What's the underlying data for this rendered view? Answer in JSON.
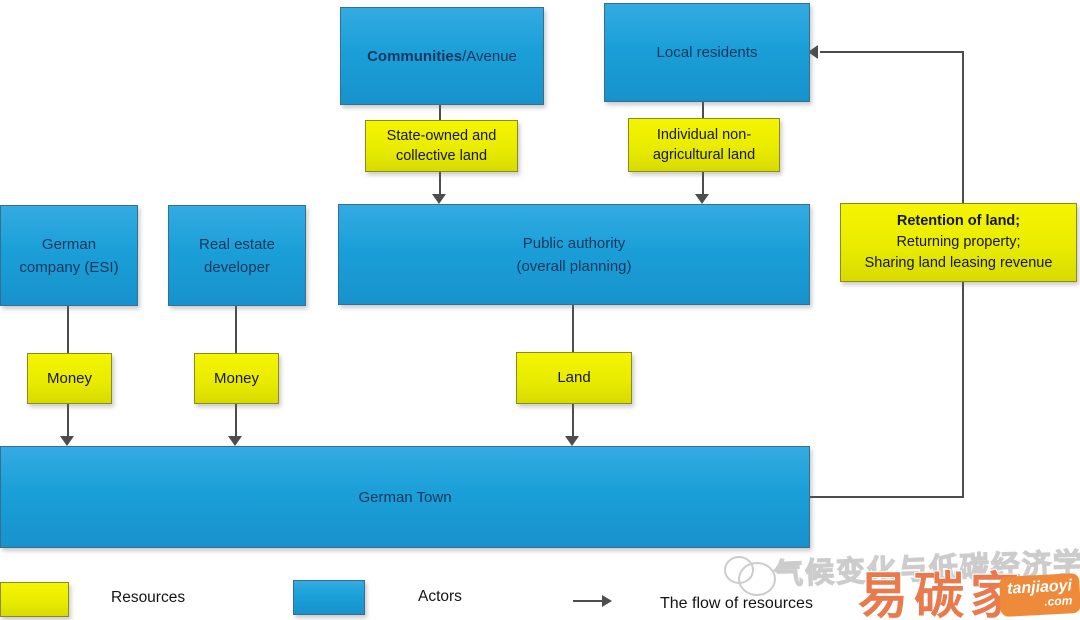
{
  "palette": {
    "actor_fill": "#1b9fd8",
    "actor_border": "#35708f",
    "actor_text": "#17375e",
    "resource_fill": "#efef00",
    "resource_border": "#8a8a20",
    "arrow_color": "#4d4d4d",
    "watermark_brand_color": "#e97a4e",
    "watermark_badge_color": "#ef8a3a"
  },
  "nodes": {
    "communities": {
      "bold": "Communities",
      "rest": "/Avenue"
    },
    "local_residents": {
      "label": "Local residents"
    },
    "state_owned_land": {
      "line1": "State-owned and",
      "line2": "collective land"
    },
    "individual_land": {
      "line1": "Individual non-",
      "line2": "agricultural land"
    },
    "german_company": {
      "line1": "German",
      "line2": "company (ESI)"
    },
    "real_estate": {
      "line1": "Real estate",
      "line2": "developer"
    },
    "public_authority": {
      "line1": "Public authority",
      "line2": "(overall planning)"
    },
    "retention": {
      "line1": "Retention of land;",
      "line2": "Returning property;",
      "line3": "Sharing land leasing revenue"
    },
    "money_left": {
      "label": "Money"
    },
    "money_mid": {
      "label": "Money"
    },
    "land": {
      "label": "Land"
    },
    "german_town": {
      "label": "German Town"
    }
  },
  "legend": {
    "resources_label": "Resources",
    "actors_label": "Actors",
    "flow_label": "The flow of resources"
  },
  "watermark": {
    "outline_text": "气候变化与低碳经济学",
    "brand_text": "易碳家",
    "site_name": "tanjiaoyi",
    "site_tld": ".com"
  }
}
